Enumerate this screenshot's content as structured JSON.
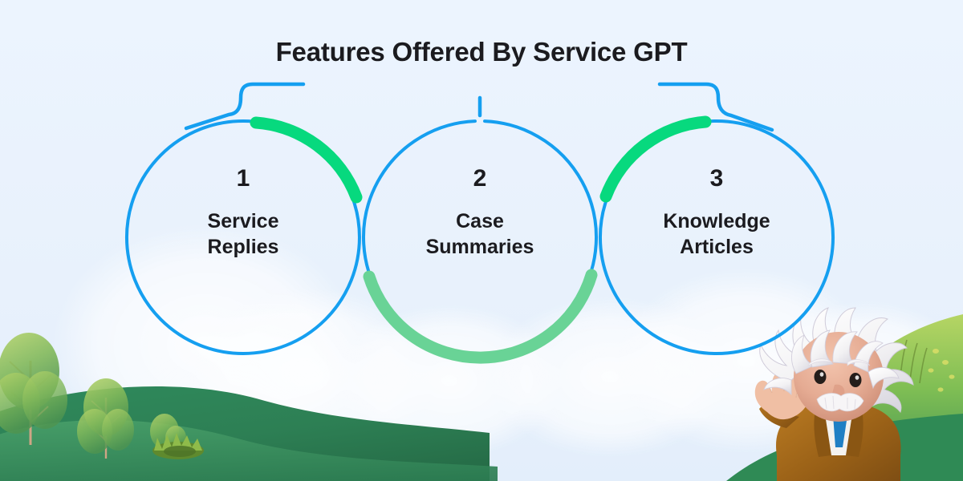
{
  "header": {
    "title": "Features Offered By Service GPT"
  },
  "theme": {
    "background": "#e9f2fd",
    "circle_stroke": "#159ff0",
    "accent_green_bright": "#07d97e",
    "accent_green_soft": "#69d396",
    "text_dark": "#1b1b1f",
    "hill_dark": "#2e8055",
    "hill_light": "#8cc152",
    "cloud": "#ffffff"
  },
  "features": [
    {
      "number": "1",
      "label": "Service\nReplies",
      "arc": "top-right-bright-green"
    },
    {
      "number": "2",
      "label": "Case\nSummaries",
      "arc": "bottom-soft-green"
    },
    {
      "number": "3",
      "label": "Knowledge\nArticles",
      "arc": "top-left-bright-green"
    }
  ],
  "decorations": {
    "connector_left": "s-curve-bracket",
    "connector_center": "vertical-tick",
    "connector_right": "s-curve-bracket-mirrored",
    "mascot": "einstein-character",
    "landscape_left": "green-hill-with-trees",
    "landscape_right": "green-hill"
  }
}
